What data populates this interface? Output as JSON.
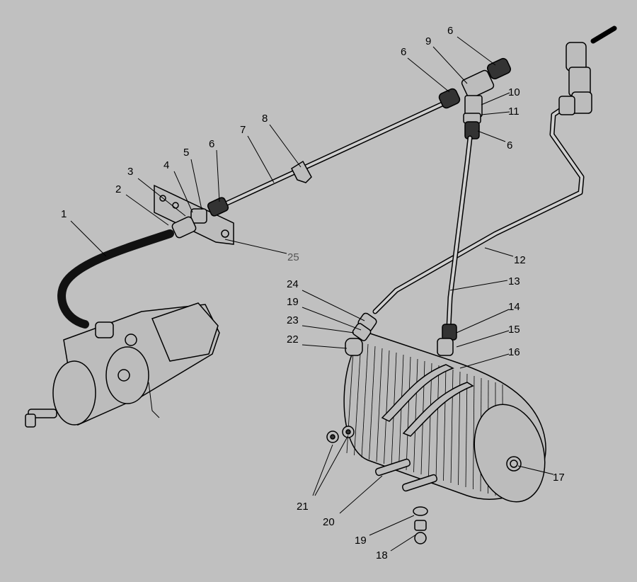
{
  "title": "Pneumatic brake system assembly diagram",
  "callouts": {
    "c1": "1",
    "c2": "2",
    "c3": "3",
    "c4": "4",
    "c5": "5",
    "c6a": "6",
    "c6b": "6",
    "c6c": "6",
    "c6d": "6",
    "c7": "7",
    "c8": "8",
    "c9": "9",
    "c10": "10",
    "c11": "11",
    "c12": "12",
    "c13": "13",
    "c14": "14",
    "c15": "15",
    "c16": "16",
    "c17": "17",
    "c18": "18",
    "c19a": "19",
    "c19b": "19",
    "c20": "20",
    "c21": "21",
    "c22": "22",
    "c23": "23",
    "c24": "24",
    "c25": "25"
  },
  "colors": {
    "background": "#c0c0c0",
    "ink": "#000000"
  }
}
